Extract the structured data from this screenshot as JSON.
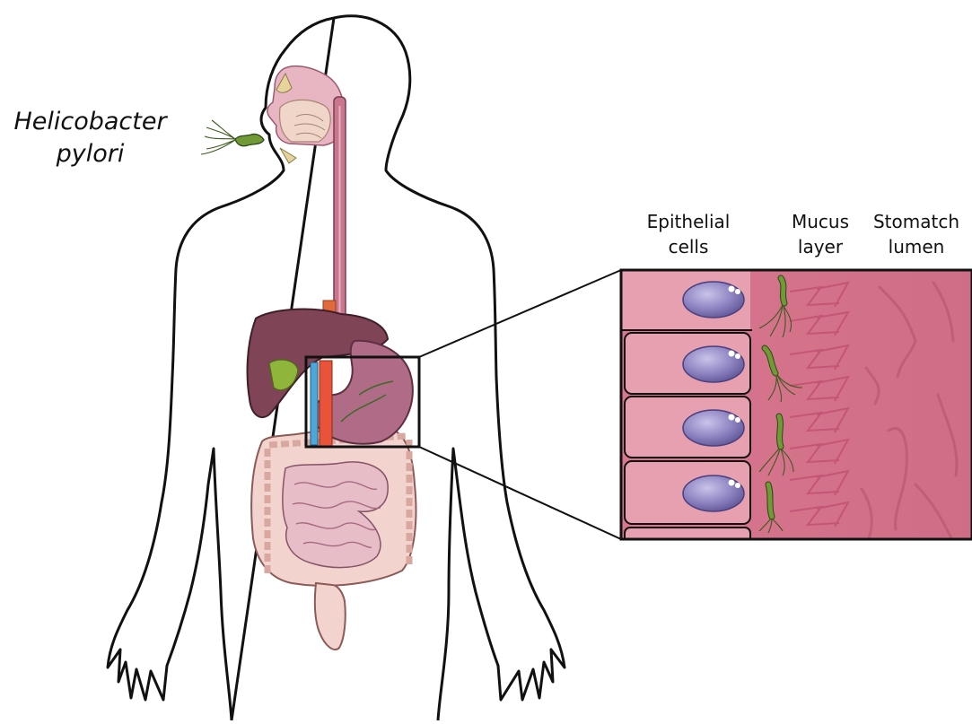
{
  "organism": {
    "name_line1": "Helicobacter",
    "name_line2": "pylori"
  },
  "zoom_panel": {
    "labels": {
      "epithelial_line1": "Epithelial",
      "epithelial_line2": "cells",
      "mucus_line1": "Mucus",
      "mucus_line2": "layer",
      "lumen_line1": "Stomatch",
      "lumen_line2": "lumen"
    },
    "epithelial_cell_count": 4,
    "bacteria_in_mucus_count": 4
  },
  "colors": {
    "outline": "#111111",
    "tissue": "#d9778f",
    "cell": "#e7a0b0",
    "nucleus": "#8c82c0",
    "bacterium": "#6f9a35",
    "liver": "#7a3f4f",
    "intestine": "#e8c5c4",
    "stomach": "#b06b86"
  },
  "icons": [
    "body-outline-icon",
    "bacterium-icon",
    "stomach-icon",
    "intestine-icon",
    "liver-icon"
  ]
}
